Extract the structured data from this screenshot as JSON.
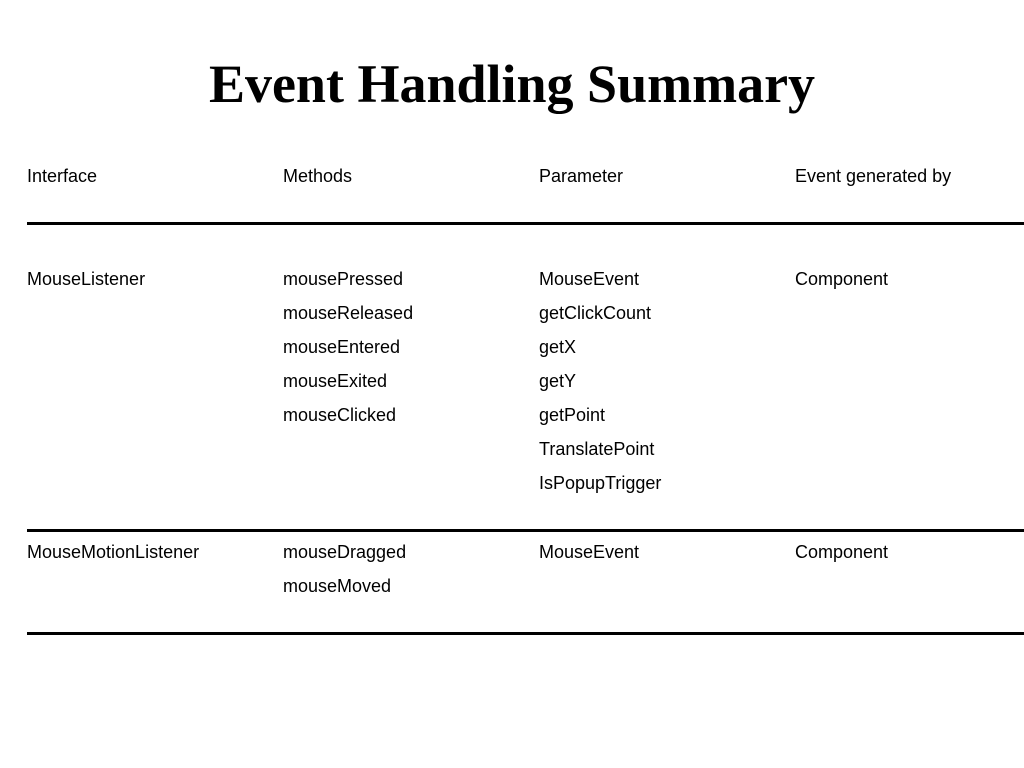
{
  "title": "Event Handling Summary",
  "table": {
    "headers": [
      "Interface",
      "Methods",
      "Parameter",
      "Event generated by"
    ],
    "rows": [
      {
        "interface": "MouseListener",
        "methods": [
          "mousePressed",
          "mouseReleased",
          "mouseEntered",
          "mouseExited",
          "mouseClicked"
        ],
        "parameters": [
          "MouseEvent",
          "getClickCount",
          "getX",
          "getY",
          "getPoint",
          "TranslatePoint",
          "IsPopupTrigger"
        ],
        "generated_by": "Component"
      },
      {
        "interface": "MouseMotionListener",
        "methods": [
          "mouseDragged",
          "mouseMoved"
        ],
        "parameters": [
          "MouseEvent"
        ],
        "generated_by": "Component"
      }
    ]
  }
}
